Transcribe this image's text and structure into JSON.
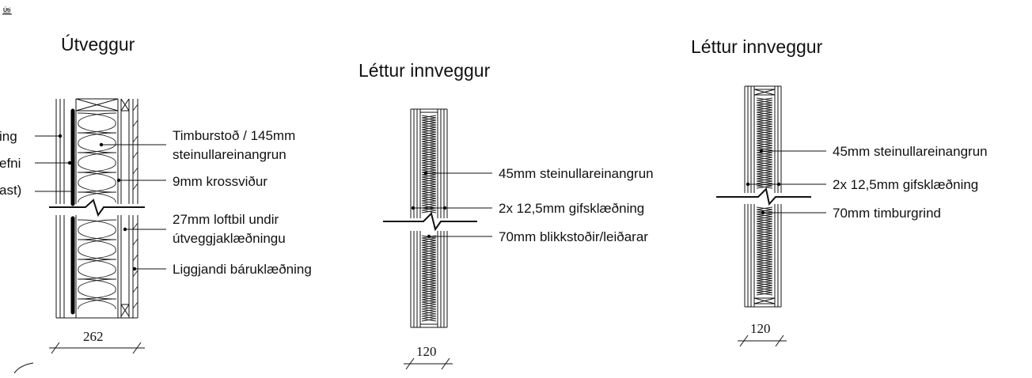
{
  "corner_label": "Úti",
  "sections": [
    {
      "id": "utveggur",
      "title": "Útveggur",
      "labels_left": [
        "ing",
        "efni",
        "ast)"
      ],
      "labels_right": [
        "Timburstoð / 145mm",
        "steinullareinangrun",
        "9mm krossviður",
        "27mm loftbil undir",
        "útveggjaklæðningu",
        "Liggjandi báruklæðning"
      ],
      "dimension": "262"
    },
    {
      "id": "lettur-innveggur-1",
      "title": "Léttur innveggur",
      "labels": [
        "45mm steinullareinangrun",
        "2x 12,5mm gifsklæðning",
        "70mm blikkstoðir/leiðarar"
      ],
      "dimension": "120"
    },
    {
      "id": "lettur-innveggur-2",
      "title": "Léttur innveggur",
      "labels": [
        "45mm steinullareinangrun",
        "2x 12,5mm gifsklæðning",
        "70mm timburgrind"
      ],
      "dimension": "120"
    }
  ]
}
